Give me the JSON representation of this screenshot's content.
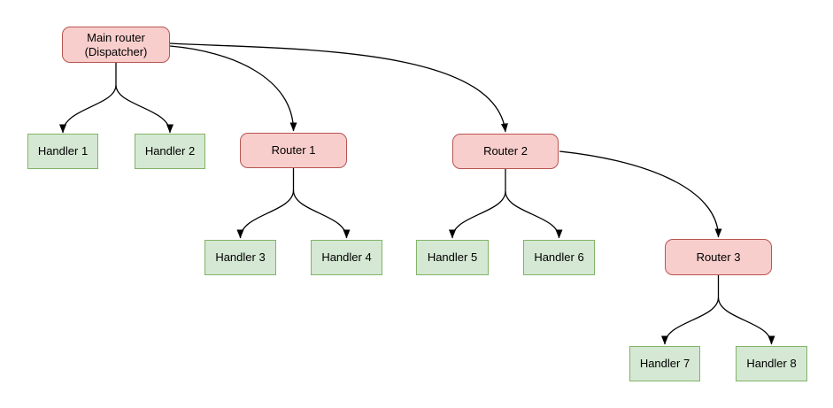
{
  "diagram": {
    "type": "tree-flowchart",
    "background": "#ffffff",
    "colors": {
      "router_fill": "#f8cecc",
      "router_border": "#b85450",
      "handler_fill": "#d5e8d4",
      "handler_border": "#82b366",
      "edge": "#000000",
      "text": "#000000"
    },
    "nodes": [
      {
        "id": "main-router",
        "type": "router",
        "label": "Main router\n(Dispatcher)"
      },
      {
        "id": "handler-1",
        "type": "handler",
        "label": "Handler 1"
      },
      {
        "id": "handler-2",
        "type": "handler",
        "label": "Handler 2"
      },
      {
        "id": "router-1",
        "type": "router",
        "label": "Router 1"
      },
      {
        "id": "router-2",
        "type": "router",
        "label": "Router 2"
      },
      {
        "id": "handler-3",
        "type": "handler",
        "label": "Handler 3"
      },
      {
        "id": "handler-4",
        "type": "handler",
        "label": "Handler 4"
      },
      {
        "id": "handler-5",
        "type": "handler",
        "label": "Handler 5"
      },
      {
        "id": "handler-6",
        "type": "handler",
        "label": "Handler 6"
      },
      {
        "id": "router-3",
        "type": "router",
        "label": "Router 3"
      },
      {
        "id": "handler-7",
        "type": "handler",
        "label": "Handler 7"
      },
      {
        "id": "handler-8",
        "type": "handler",
        "label": "Handler 8"
      }
    ],
    "edges": [
      {
        "from": "main-router",
        "to": "handler-1"
      },
      {
        "from": "main-router",
        "to": "handler-2"
      },
      {
        "from": "main-router",
        "to": "router-1"
      },
      {
        "from": "main-router",
        "to": "router-2"
      },
      {
        "from": "router-1",
        "to": "handler-3"
      },
      {
        "from": "router-1",
        "to": "handler-4"
      },
      {
        "from": "router-2",
        "to": "handler-5"
      },
      {
        "from": "router-2",
        "to": "handler-6"
      },
      {
        "from": "router-2",
        "to": "router-3"
      },
      {
        "from": "router-3",
        "to": "handler-7"
      },
      {
        "from": "router-3",
        "to": "handler-8"
      }
    ]
  }
}
